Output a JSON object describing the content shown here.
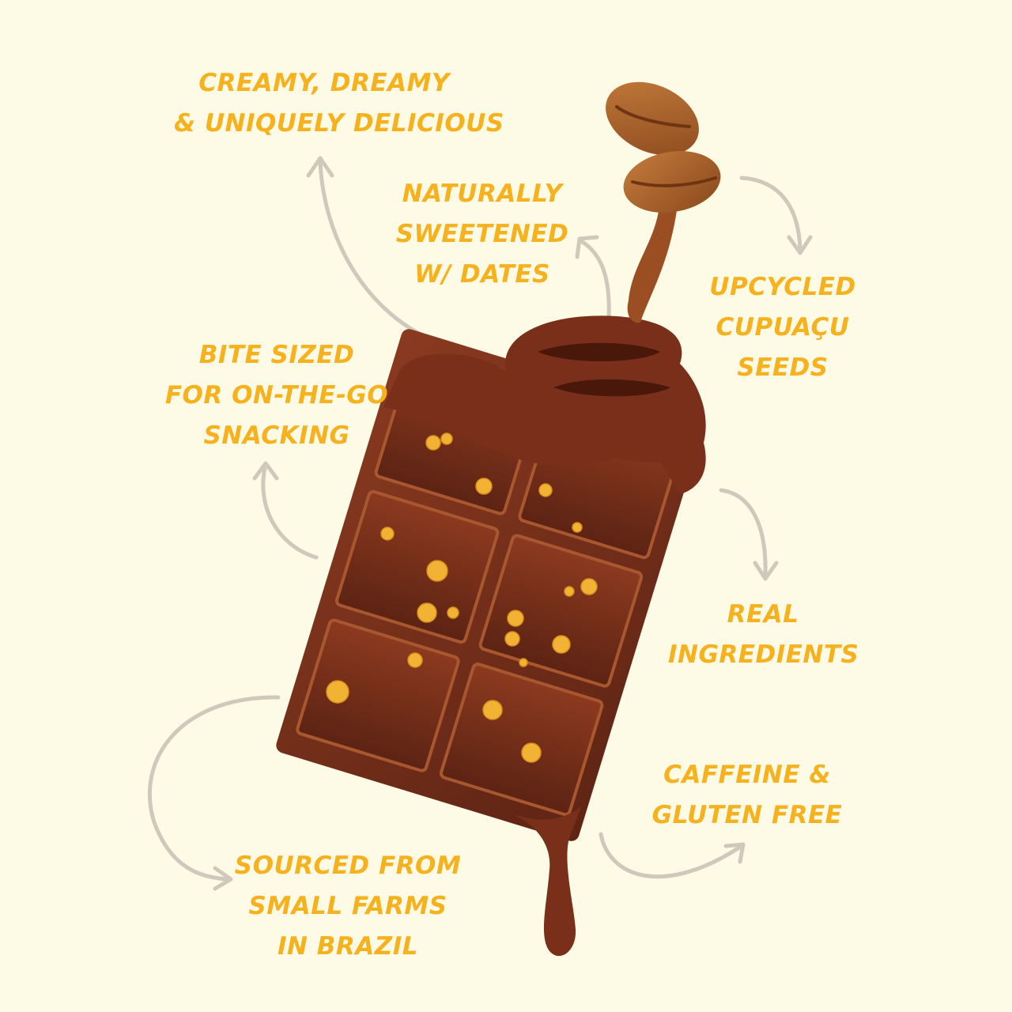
{
  "colors": {
    "background": "#fdfbe6",
    "label_text": "#f6b11e",
    "arrow": "#cfc9bd",
    "chocolate_dark": "#5a2212",
    "chocolate_mid": "#7a2f1a",
    "chocolate_light": "#a0502c",
    "bean": "#b86a2e",
    "nut": "#f2b233"
  },
  "icons": {
    "bean": "cupuacu-bean-icon",
    "bar": "chocolate-bar-icon",
    "arrow": "curved-arrow-icon"
  },
  "labels": {
    "creamy": [
      "CREAMY, DREAMY",
      "& UNIQUELY DELICIOUS"
    ],
    "sweetened": [
      "NATURALLY",
      "SWEETENED",
      "W/ DATES"
    ],
    "upcycled": [
      "UPCYCLED",
      "CUPUAÇU",
      "SEEDS"
    ],
    "bite": [
      "BITE SIZED",
      "FOR ON-THE-GO",
      "SNACKING"
    ],
    "real": [
      "REAL",
      "INGREDIENTS"
    ],
    "caffeine": [
      "CAFFEINE &",
      "GLUTEN FREE"
    ],
    "sourced": [
      "SOURCED FROM",
      "SMALL FARMS",
      "IN BRAZIL"
    ]
  }
}
